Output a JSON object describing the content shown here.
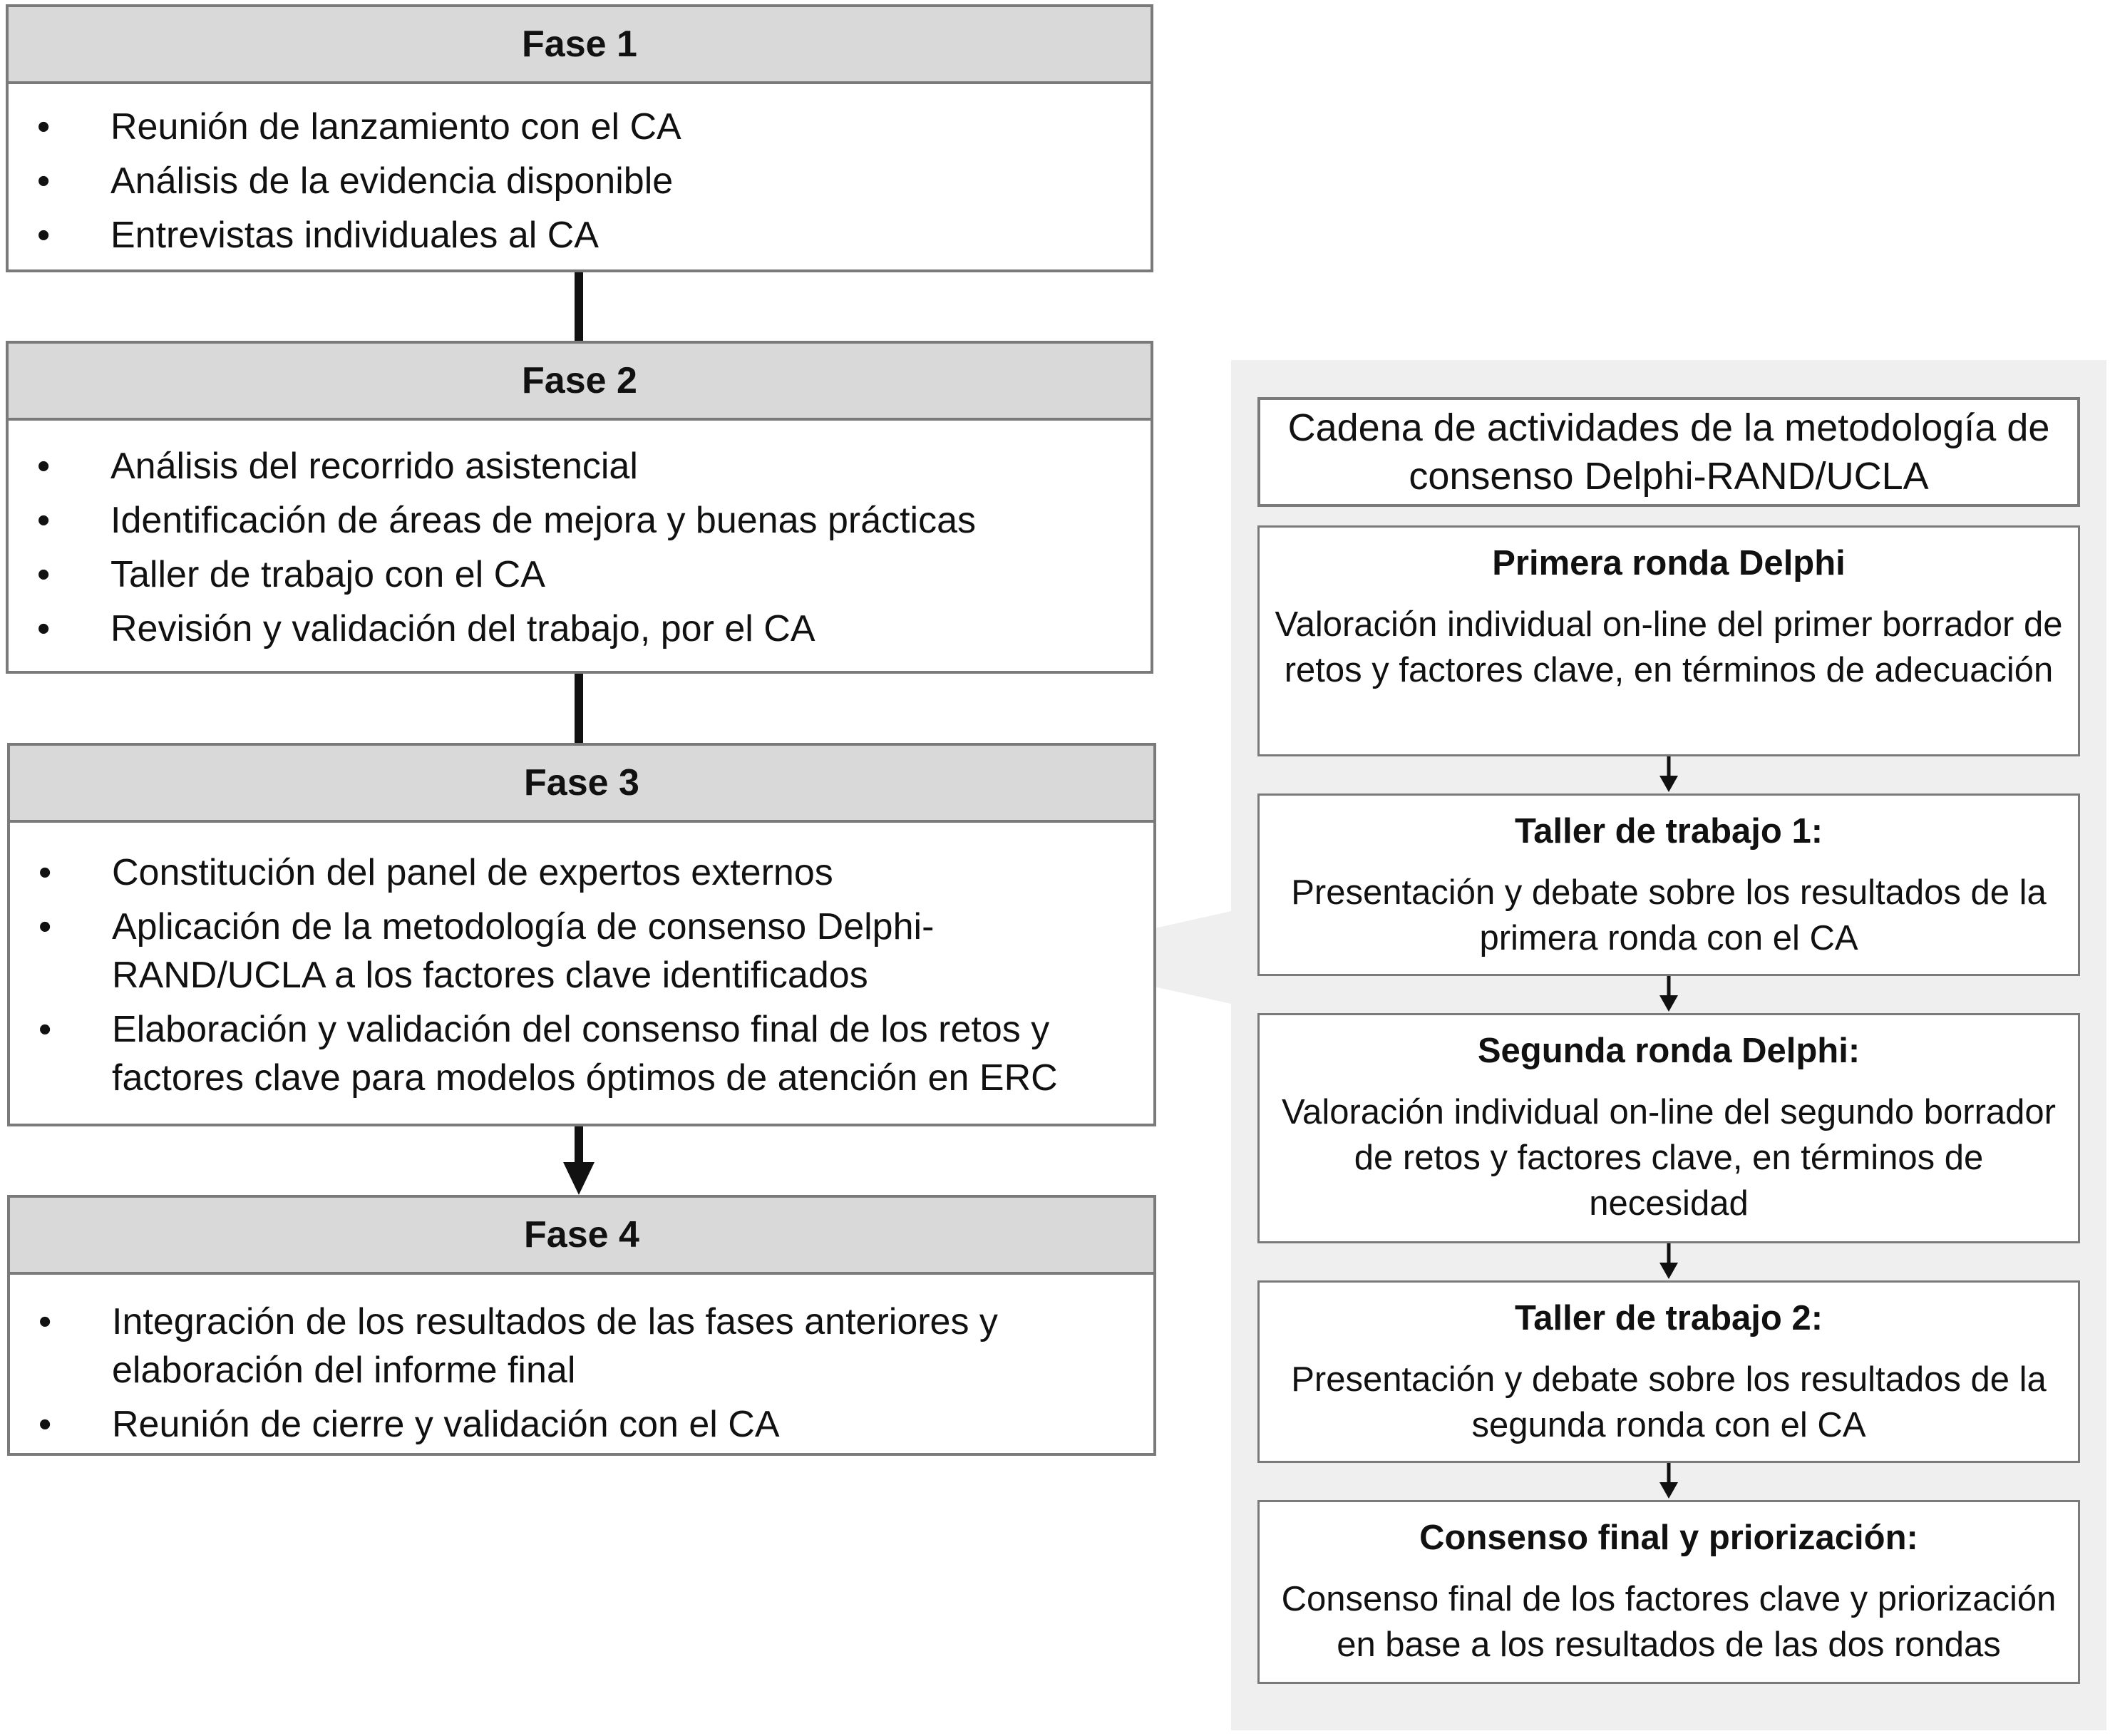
{
  "phases": [
    {
      "title": "Fase 1",
      "items": [
        "Reunión de lanzamiento con el CA",
        "Análisis de la evidencia disponible",
        "Entrevistas individuales al CA"
      ]
    },
    {
      "title": "Fase 2",
      "items": [
        "Análisis del recorrido asistencial",
        "Identificación de áreas de mejora y buenas prácticas",
        "Taller de trabajo con el CA",
        "Revisión y validación del trabajo, por el CA"
      ]
    },
    {
      "title": "Fase 3",
      "items": [
        "Constitución del panel de expertos externos",
        "Aplicación de la metodología de consenso Delphi-RAND/UCLA a los factores clave identificados",
        "Elaboración y validación del consenso final de los retos y factores clave para modelos óptimos de atención en ERC"
      ]
    },
    {
      "title": "Fase 4",
      "items": [
        "Integración de los resultados de las fases anteriores y elaboración del informe final",
        "Reunión de cierre y validación con el CA"
      ]
    }
  ],
  "bullet_symbol": "•",
  "panel": {
    "title": "Cadena de actividades de la metodología de consenso Delphi-RAND/UCLA",
    "steps": [
      {
        "title": "Primera ronda Delphi",
        "body": "Valoración individual on-line del primer borrador de retos y factores clave, en términos de adecuación"
      },
      {
        "title": "Taller de trabajo 1:",
        "body": "Presentación y debate sobre los resultados de la primera ronda con el CA"
      },
      {
        "title": "Segunda ronda Delphi:",
        "body": "Valoración individual on-line del segundo borrador de retos y factores clave, en términos de necesidad"
      },
      {
        "title": "Taller de trabajo 2:",
        "body": "Presentación y debate sobre los resultados de la segunda ronda con el CA"
      },
      {
        "title": "Consenso final y priorización:",
        "body": "Consenso final de los factores clave y priorización en base a los resultados de las dos rondas"
      }
    ]
  },
  "colors": {
    "header_fill": "#d9d9d9",
    "border": "#7a7a7a",
    "panel_fill": "#efefef",
    "arrow": "#111111"
  }
}
